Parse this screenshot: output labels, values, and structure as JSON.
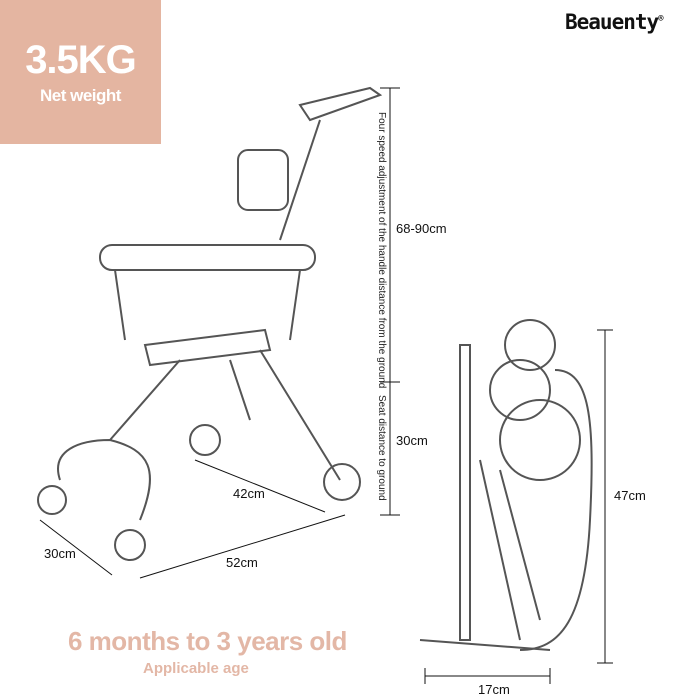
{
  "weight_badge": {
    "value": "3.5KG",
    "label": "Net weight",
    "color": "#e4b5a1"
  },
  "brand": {
    "name": "Beauenty",
    "mark": "®"
  },
  "dimensions": {
    "handle_height": "68-90cm",
    "handle_note": "Four speed adjustment of the handle distance from the ground",
    "seat_height": "30cm",
    "seat_note": "Seat distance to ground",
    "wheel_span": "42cm",
    "width": "30cm",
    "length": "52cm",
    "folded_height": "47cm",
    "folded_width": "17cm"
  },
  "age": {
    "range": "6 months to 3 years old",
    "label": "Applicable age",
    "color": "#e3b7a6"
  }
}
